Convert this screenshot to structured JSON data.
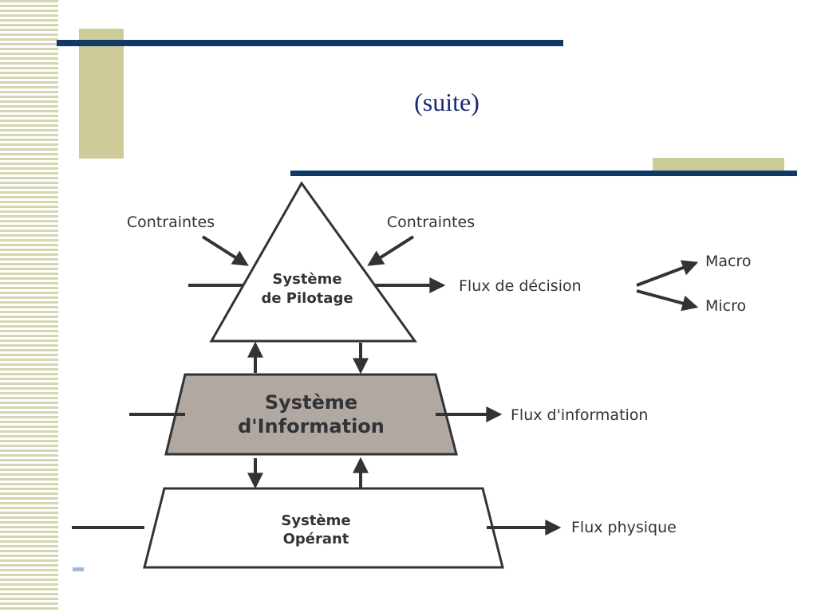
{
  "slide": {
    "title": "(suite)",
    "colors": {
      "accent_navy": "#0f3a66",
      "accent_khaki": "#cdcb98",
      "info_box": "#b2a8a2",
      "line": "#333333"
    }
  },
  "diagram": {
    "constraints_left": "Contraintes",
    "constraints_right": "Contraintes",
    "pilotage": {
      "line1": "Système",
      "line2": "de Pilotage"
    },
    "information": {
      "line1": "Système",
      "line2": "d'Information"
    },
    "operant": {
      "line1": "Système",
      "line2": "Opérant"
    },
    "flux_decision": "Flux de décision",
    "macro": "Macro",
    "micro": "Micro",
    "flux_information": "Flux d'information",
    "flux_physique": "Flux physique"
  }
}
